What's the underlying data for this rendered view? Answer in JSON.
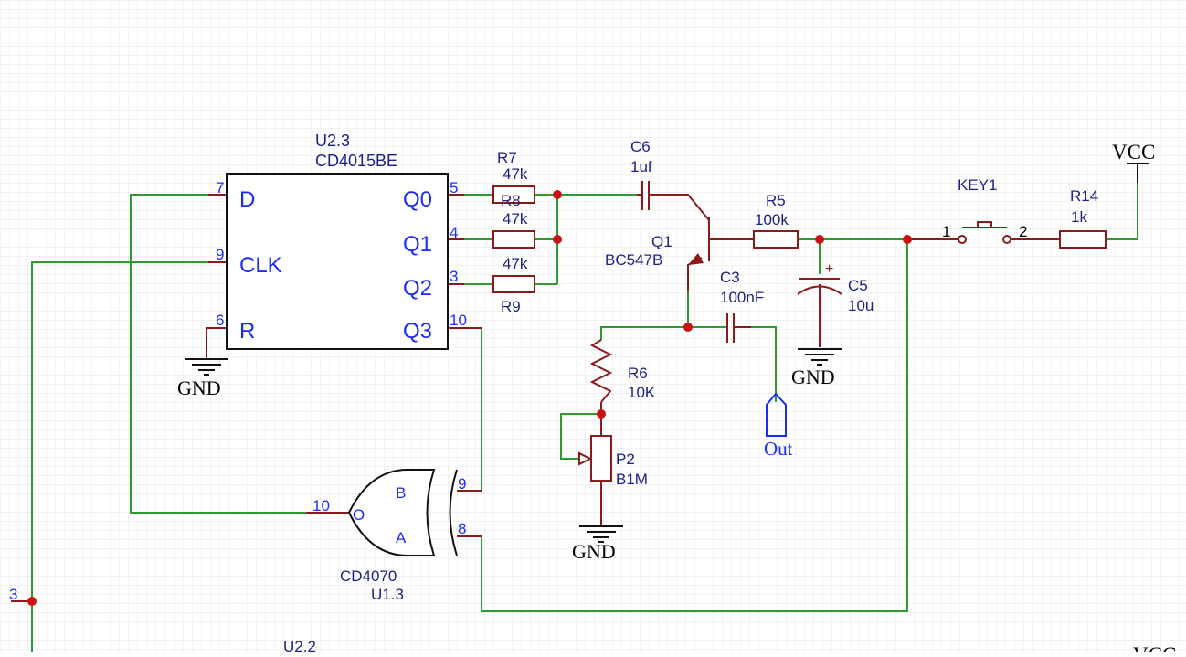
{
  "u23": {
    "ref": "U2.3",
    "part": "CD4015BE",
    "left_pins": [
      {
        "num": "7",
        "name": "D"
      },
      {
        "num": "9",
        "name": "CLK"
      },
      {
        "num": "6",
        "name": "R"
      }
    ],
    "right_pins": [
      {
        "num": "5",
        "name": "Q0"
      },
      {
        "num": "4",
        "name": "Q1"
      },
      {
        "num": "3",
        "name": "Q2"
      },
      {
        "num": "10",
        "name": "Q3"
      }
    ]
  },
  "r7": {
    "ref": "R7",
    "value": "47k"
  },
  "r8": {
    "ref": "R8",
    "value": "47k"
  },
  "r9": {
    "ref": "R9",
    "value": "47k"
  },
  "c6": {
    "ref": "C6",
    "value": "1uf"
  },
  "q1": {
    "ref": "Q1",
    "part": "BC547B"
  },
  "r5": {
    "ref": "R5",
    "value": "100k"
  },
  "c3": {
    "ref": "C3",
    "value": "100nF"
  },
  "c5": {
    "ref": "C5",
    "value": "10u",
    "polarity": "+"
  },
  "r6": {
    "ref": "R6",
    "value": "10K"
  },
  "p2": {
    "ref": "P2",
    "value": "B1M"
  },
  "key1": {
    "ref": "KEY1",
    "pin1": "1",
    "pin2": "2"
  },
  "r14": {
    "ref": "R14",
    "value": "1k"
  },
  "vcc": "VCC",
  "vcc2": "VCC",
  "gnd": "GND",
  "out": "Out",
  "u13": {
    "ref": "U1.3",
    "part": "CD4070",
    "in_b": "B",
    "in_a": "A",
    "out": "O",
    "pin_b": "9",
    "pin_a": "8",
    "pin_o": "10"
  },
  "extra": {
    "pin3": "3",
    "u22": "U2.2"
  },
  "colors": {
    "wire": "#2e9b2e",
    "part": "#8b1a1a",
    "junction": "#cc1111",
    "pin_text": "#1a2bff",
    "label_text": "#1b1f8a",
    "grid": "#e6e6e6"
  }
}
